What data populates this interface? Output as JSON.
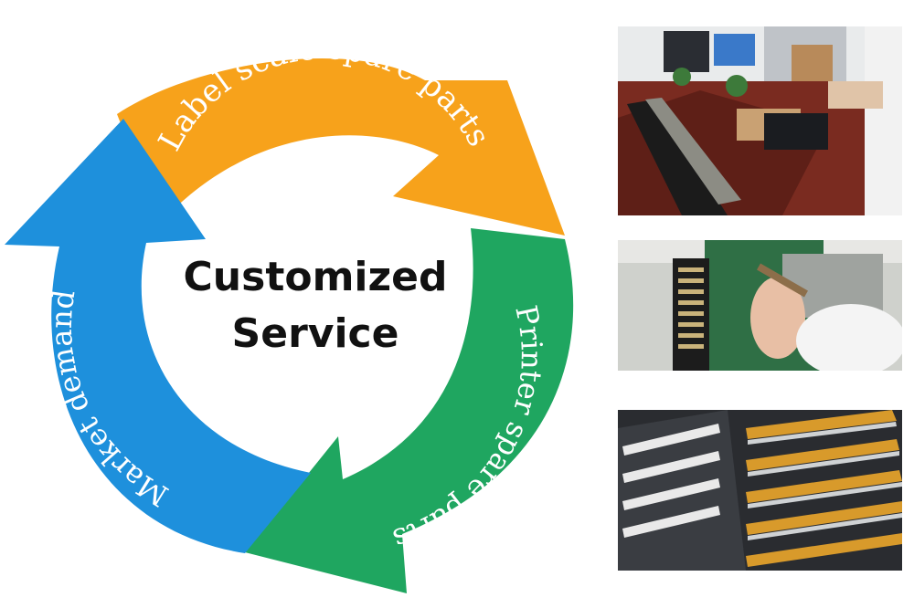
{
  "diagram": {
    "center_title_line1": "Customized",
    "center_title_line2": "Service",
    "arrows": [
      {
        "label": "Label scale spare parts",
        "color": "#F7A21B"
      },
      {
        "label": "Printer spare parts",
        "color": "#1FA660"
      },
      {
        "label": "Market demand",
        "color": "#1E90DC"
      }
    ]
  },
  "photos": [
    {
      "subject": "office workbench with packed parts trays"
    },
    {
      "subject": "hand inspecting a printhead part"
    },
    {
      "subject": "trays of printheads"
    }
  ]
}
